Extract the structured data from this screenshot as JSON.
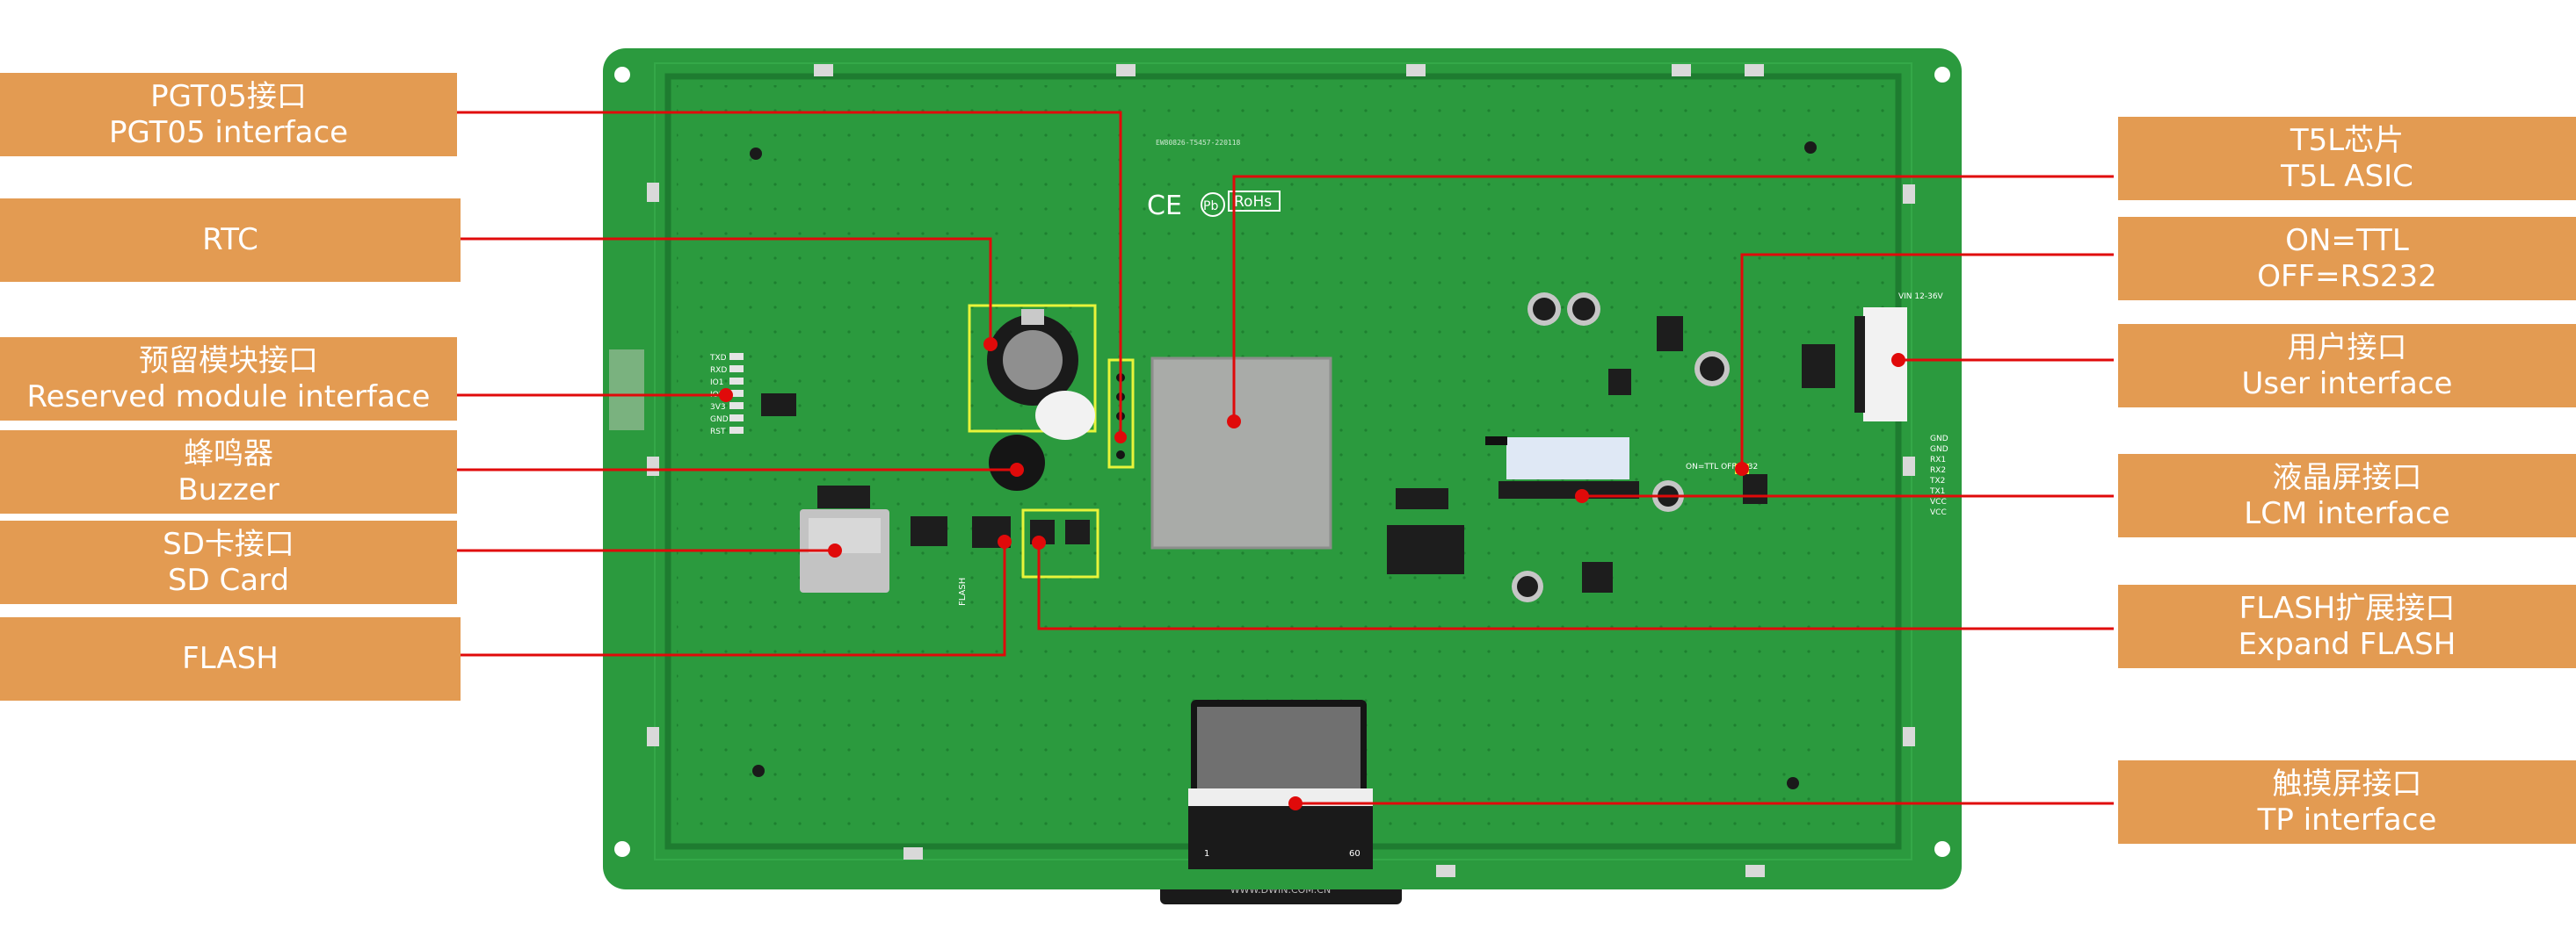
{
  "colors": {
    "board": "#2B9A3E",
    "board_dark": "#1F7F32",
    "label_bg": "#E39B52",
    "leader_line": "#E00A0A",
    "highlight_box": "#E8F43A",
    "chip": "#A9ABA8"
  },
  "board_marks": {
    "ce": "CE",
    "pb": "Pb",
    "rohs": "RoHs",
    "fw_code": "EW80826-T5457-220118",
    "vin": "VIN 12-36V",
    "pins": [
      "GND",
      "GND",
      "RX1",
      "RX2",
      "TX2",
      "TX1",
      "VCC",
      "VCC"
    ],
    "onoff": "ON=TTL OFF=232",
    "flash": "FLASH",
    "fpc_start": "1",
    "fpc_end": "60",
    "url": "WWW.DWIN.COM.CN",
    "module_pins": [
      "TXD",
      "RXD",
      "IO1",
      "IO2",
      "3V3",
      "GND",
      "RST"
    ]
  },
  "left_labels": [
    {
      "id": "pgt05",
      "lines": [
        "PGT05接口",
        "PGT05 interface"
      ]
    },
    {
      "id": "rtc",
      "lines": [
        "RTC"
      ]
    },
    {
      "id": "reserved-module",
      "lines": [
        "预留模块接口",
        "Reserved module interface"
      ]
    },
    {
      "id": "buzzer",
      "lines": [
        "蜂鸣器",
        "Buzzer"
      ]
    },
    {
      "id": "sd-card",
      "lines": [
        "SD卡接口",
        "SD Card"
      ]
    },
    {
      "id": "flash",
      "lines": [
        "FLASH"
      ]
    }
  ],
  "right_labels": [
    {
      "id": "t5l-asic",
      "lines": [
        "T5L芯片",
        "T5L ASIC"
      ]
    },
    {
      "id": "ttl-rs232",
      "lines": [
        "ON=TTL",
        "OFF=RS232"
      ]
    },
    {
      "id": "user-interface",
      "lines": [
        "用户接口",
        "User interface"
      ]
    },
    {
      "id": "lcm-interface",
      "lines": [
        "液晶屏接口",
        "LCM interface"
      ]
    },
    {
      "id": "expand-flash",
      "lines": [
        "FLASH扩展接口",
        "Expand FLASH"
      ]
    },
    {
      "id": "tp-interface",
      "lines": [
        "触摸屏接口",
        "TP interface"
      ]
    }
  ]
}
